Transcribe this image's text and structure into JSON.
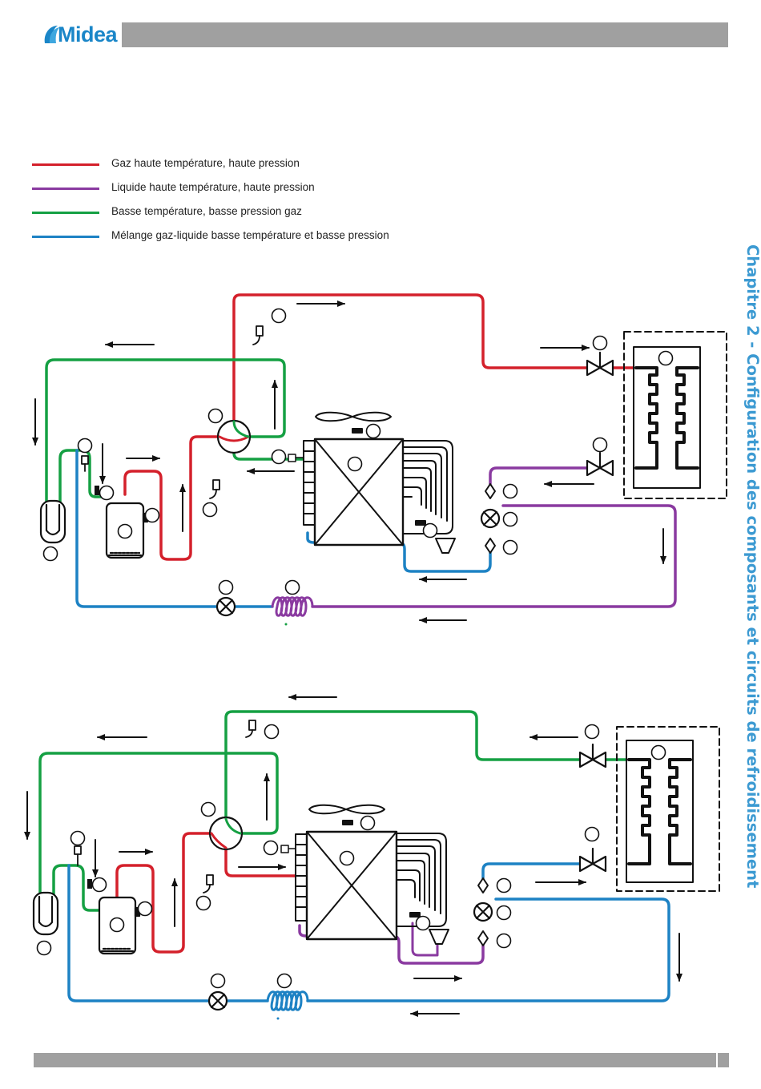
{
  "brand": {
    "name": "Midea",
    "color": "#1a86c8"
  },
  "side_title": "Chapitre 2 - Configuration des composants et circuits de refroidissement",
  "legend": [
    {
      "label": "Gaz haute température, haute pression",
      "color": "#d4202b"
    },
    {
      "label": "Liquide haute température, haute pression",
      "color": "#8a3aa0"
    },
    {
      "label": "Basse température, basse pression gaz",
      "color": "#15a043"
    },
    {
      "label": "Mélange gaz-liquide basse température et basse pression",
      "color": "#1d82c4"
    }
  ],
  "colors": {
    "header_bar": "#a0a0a0",
    "title_text": "#3c9ad2",
    "outline": "#111111"
  },
  "icons": [
    "midea-logo-icon",
    "four-way-valve-icon",
    "compressor-icon",
    "accumulator-icon",
    "heat-exchanger-icon",
    "fan-icon",
    "expansion-valve-icon",
    "stop-valve-icon",
    "capillary-coil-icon",
    "filter-icon",
    "pressure-switch-icon"
  ]
}
